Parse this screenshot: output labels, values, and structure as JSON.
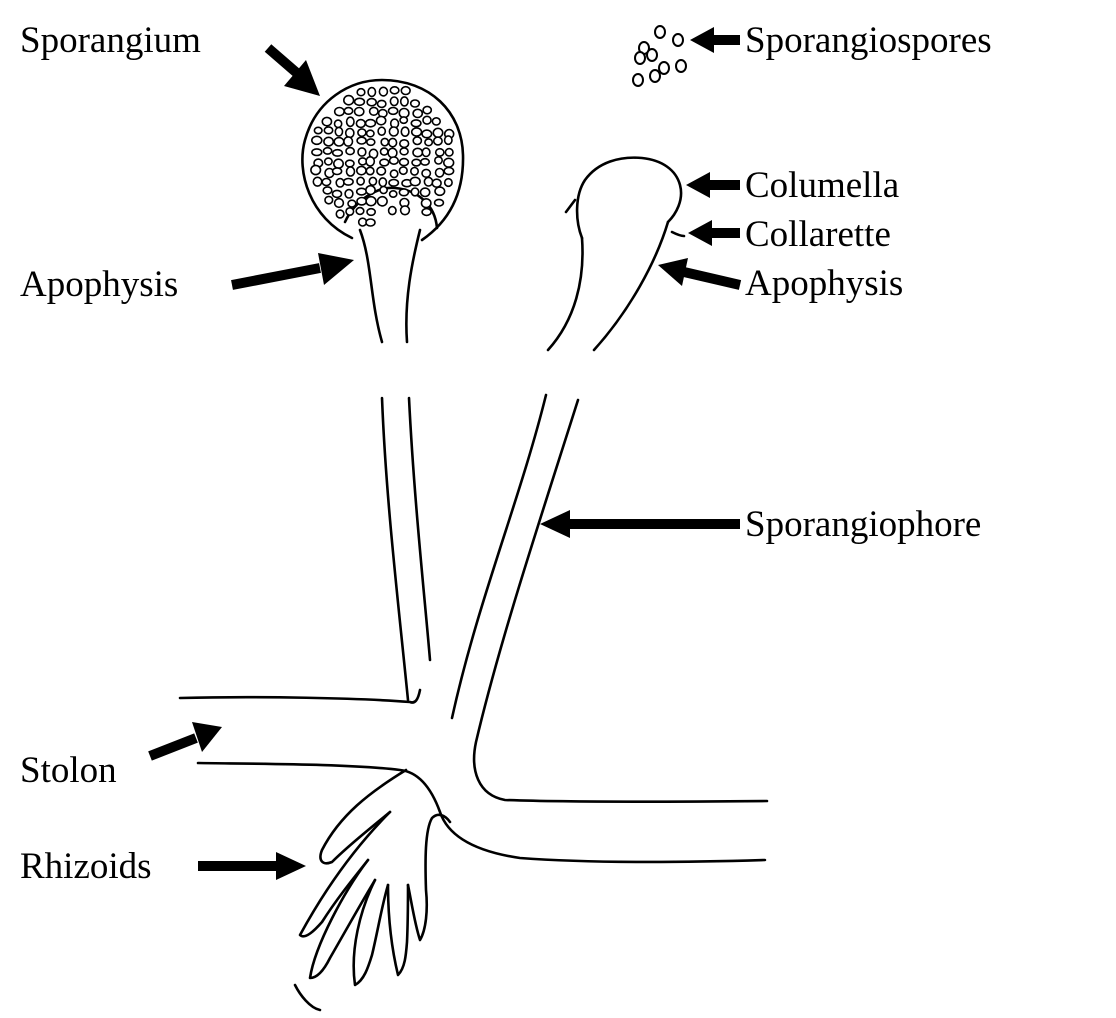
{
  "labels": {
    "sporangium": "Sporangium",
    "sporangiospores": "Sporangiospores",
    "columella": "Columella",
    "collarette": "Collarette",
    "apophysis_right": "Apophysis",
    "apophysis_left": "Apophysis",
    "sporangiophore": "Sporangiophore",
    "stolon": "Stolon",
    "rhizoids": "Rhizoids"
  },
  "colors": {
    "ink": "#000000",
    "background": "#ffffff"
  }
}
